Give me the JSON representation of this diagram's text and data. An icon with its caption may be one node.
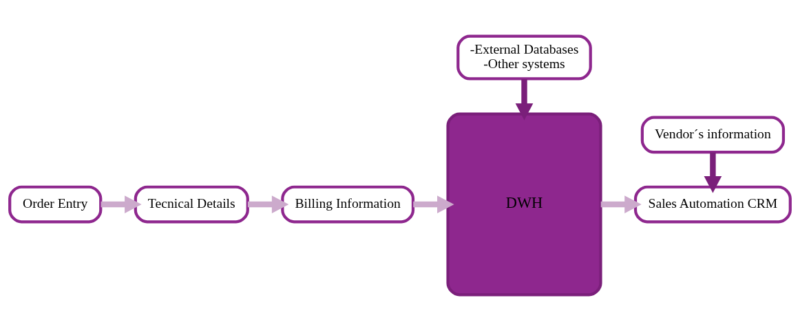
{
  "diagram": {
    "nodes": [
      {
        "text": [
          "-External Databases",
          "-Other systems"
        ]
      },
      {
        "text": [
          "Vendor´s information"
        ]
      },
      {
        "text": [
          "Order Entry"
        ]
      },
      {
        "text": [
          "Tecnical Details"
        ]
      },
      {
        "text": [
          "Billing Information"
        ]
      },
      {
        "text": [
          "DWH"
        ]
      },
      {
        "text": [
          "Sales Automation CRM"
        ]
      }
    ],
    "edges": [
      {
        "from": 2,
        "to": 3,
        "arrow": "to"
      },
      {
        "from": 3,
        "to": 4,
        "arrow": "to"
      },
      {
        "from": 4,
        "to": 5,
        "arrow": "to"
      },
      {
        "from": 0,
        "to": 5,
        "arrow": "to",
        "color": "#7a1f7a"
      },
      {
        "from": 5,
        "to": 6,
        "arrow": "to"
      },
      {
        "from": 1,
        "to": 6,
        "arrow": "to",
        "color": "#7a1f7a"
      }
    ]
  }
}
